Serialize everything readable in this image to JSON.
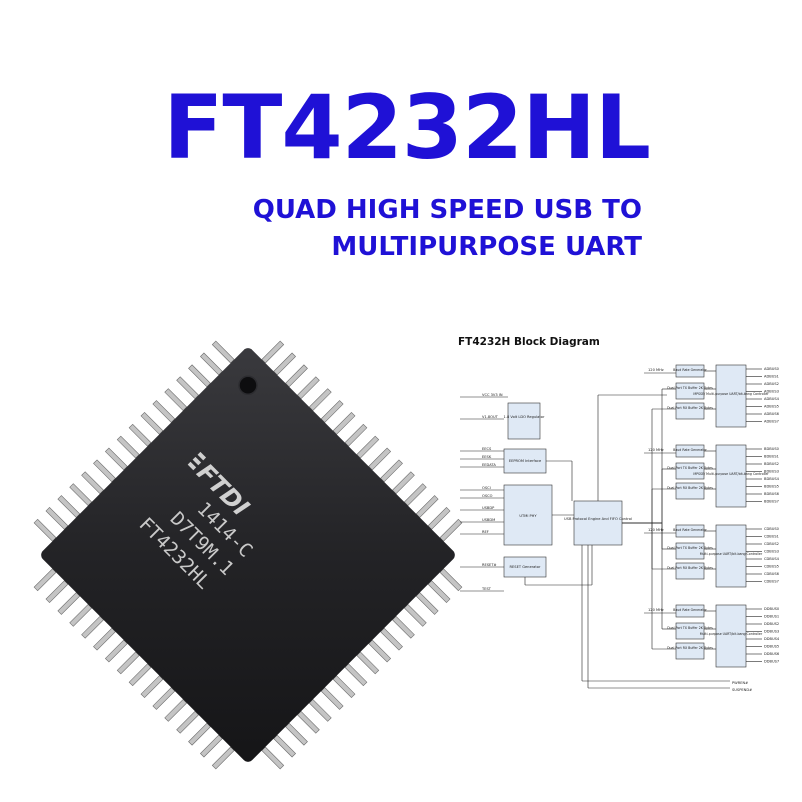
{
  "header": {
    "title": "FT4232HL",
    "subtitle_line1": "QUAD HIGH SPEED USB TO",
    "subtitle_line2": "MULTIPURPOSE UART"
  },
  "chip": {
    "brand": "FTDI",
    "marking_line1": "1414-C",
    "marking_line2": "D7T9M.1",
    "marking_line3": "FT4232HL"
  },
  "diagram": {
    "title": "FT4232H Block Diagram",
    "left_signals": [
      "VCC 3V3 IN",
      "V1.8OUT",
      "EECS",
      "EESK",
      "EEDATA",
      "OSCI",
      "OSCO",
      "USBDP",
      "USBDM",
      "REF",
      "RESET#",
      "TEST"
    ],
    "ldo_label": "1.8 Volt LDO Regulator",
    "eeprom_label": "EEPROM Interface",
    "phy_label": "UTMI PHY",
    "reset_label": "RESET Generator",
    "engine_label": "USB Protocol Engine And FIFO Control",
    "clock_label": "120 MHz",
    "channels": [
      {
        "baud": "Baud Rate Generator",
        "tx": "Dual Port TX Buffer 2K Bytes",
        "rx": "Dual Port RX Buffer 2K Bytes",
        "ctrl": "MPSSE/ Multi-purpose UART/bit-bang Controller",
        "pins": [
          "ADBUS0",
          "ADBUS1",
          "ADBUS2",
          "ADBUS3",
          "ADBUS4",
          "ADBUS5",
          "ADBUS6",
          "ADBUS7"
        ]
      },
      {
        "baud": "Baud Rate Generator",
        "tx": "Dual Port TX Buffer 2K Bytes",
        "rx": "Dual Port RX Buffer 2K Bytes",
        "ctrl": "MPSSE/ Multi-purpose UART/bit-bang Controller",
        "pins": [
          "BDBUS0",
          "BDBUS1",
          "BDBUS2",
          "BDBUS3",
          "BDBUS4",
          "BDBUS5",
          "BDBUS6",
          "BDBUS7"
        ]
      },
      {
        "baud": "Baud Rate Generator",
        "tx": "Dual Port TX Buffer 2K Bytes",
        "rx": "Dual Port RX Buffer 2K Bytes",
        "ctrl": "Multi-purpose UART/bit-bang Controller",
        "pins": [
          "CDBUS0",
          "CDBUS1",
          "CDBUS2",
          "CDBUS3",
          "CDBUS4",
          "CDBUS5",
          "CDBUS6",
          "CDBUS7"
        ]
      },
      {
        "baud": "Baud Rate Generator",
        "tx": "Dual Port TX Buffer 2K Bytes",
        "rx": "Dual Port RX Buffer 2K Bytes",
        "ctrl": "Multi-purpose UART/bit-bang Controller",
        "pins": [
          "DDBUS0",
          "DDBUS1",
          "DDBUS2",
          "DDBUS3",
          "DDBUS4",
          "DDBUS5",
          "DDBUS6",
          "DDBUS7"
        ]
      }
    ],
    "bottom_signals": [
      "PWREN#",
      "SUSPEND#"
    ]
  }
}
